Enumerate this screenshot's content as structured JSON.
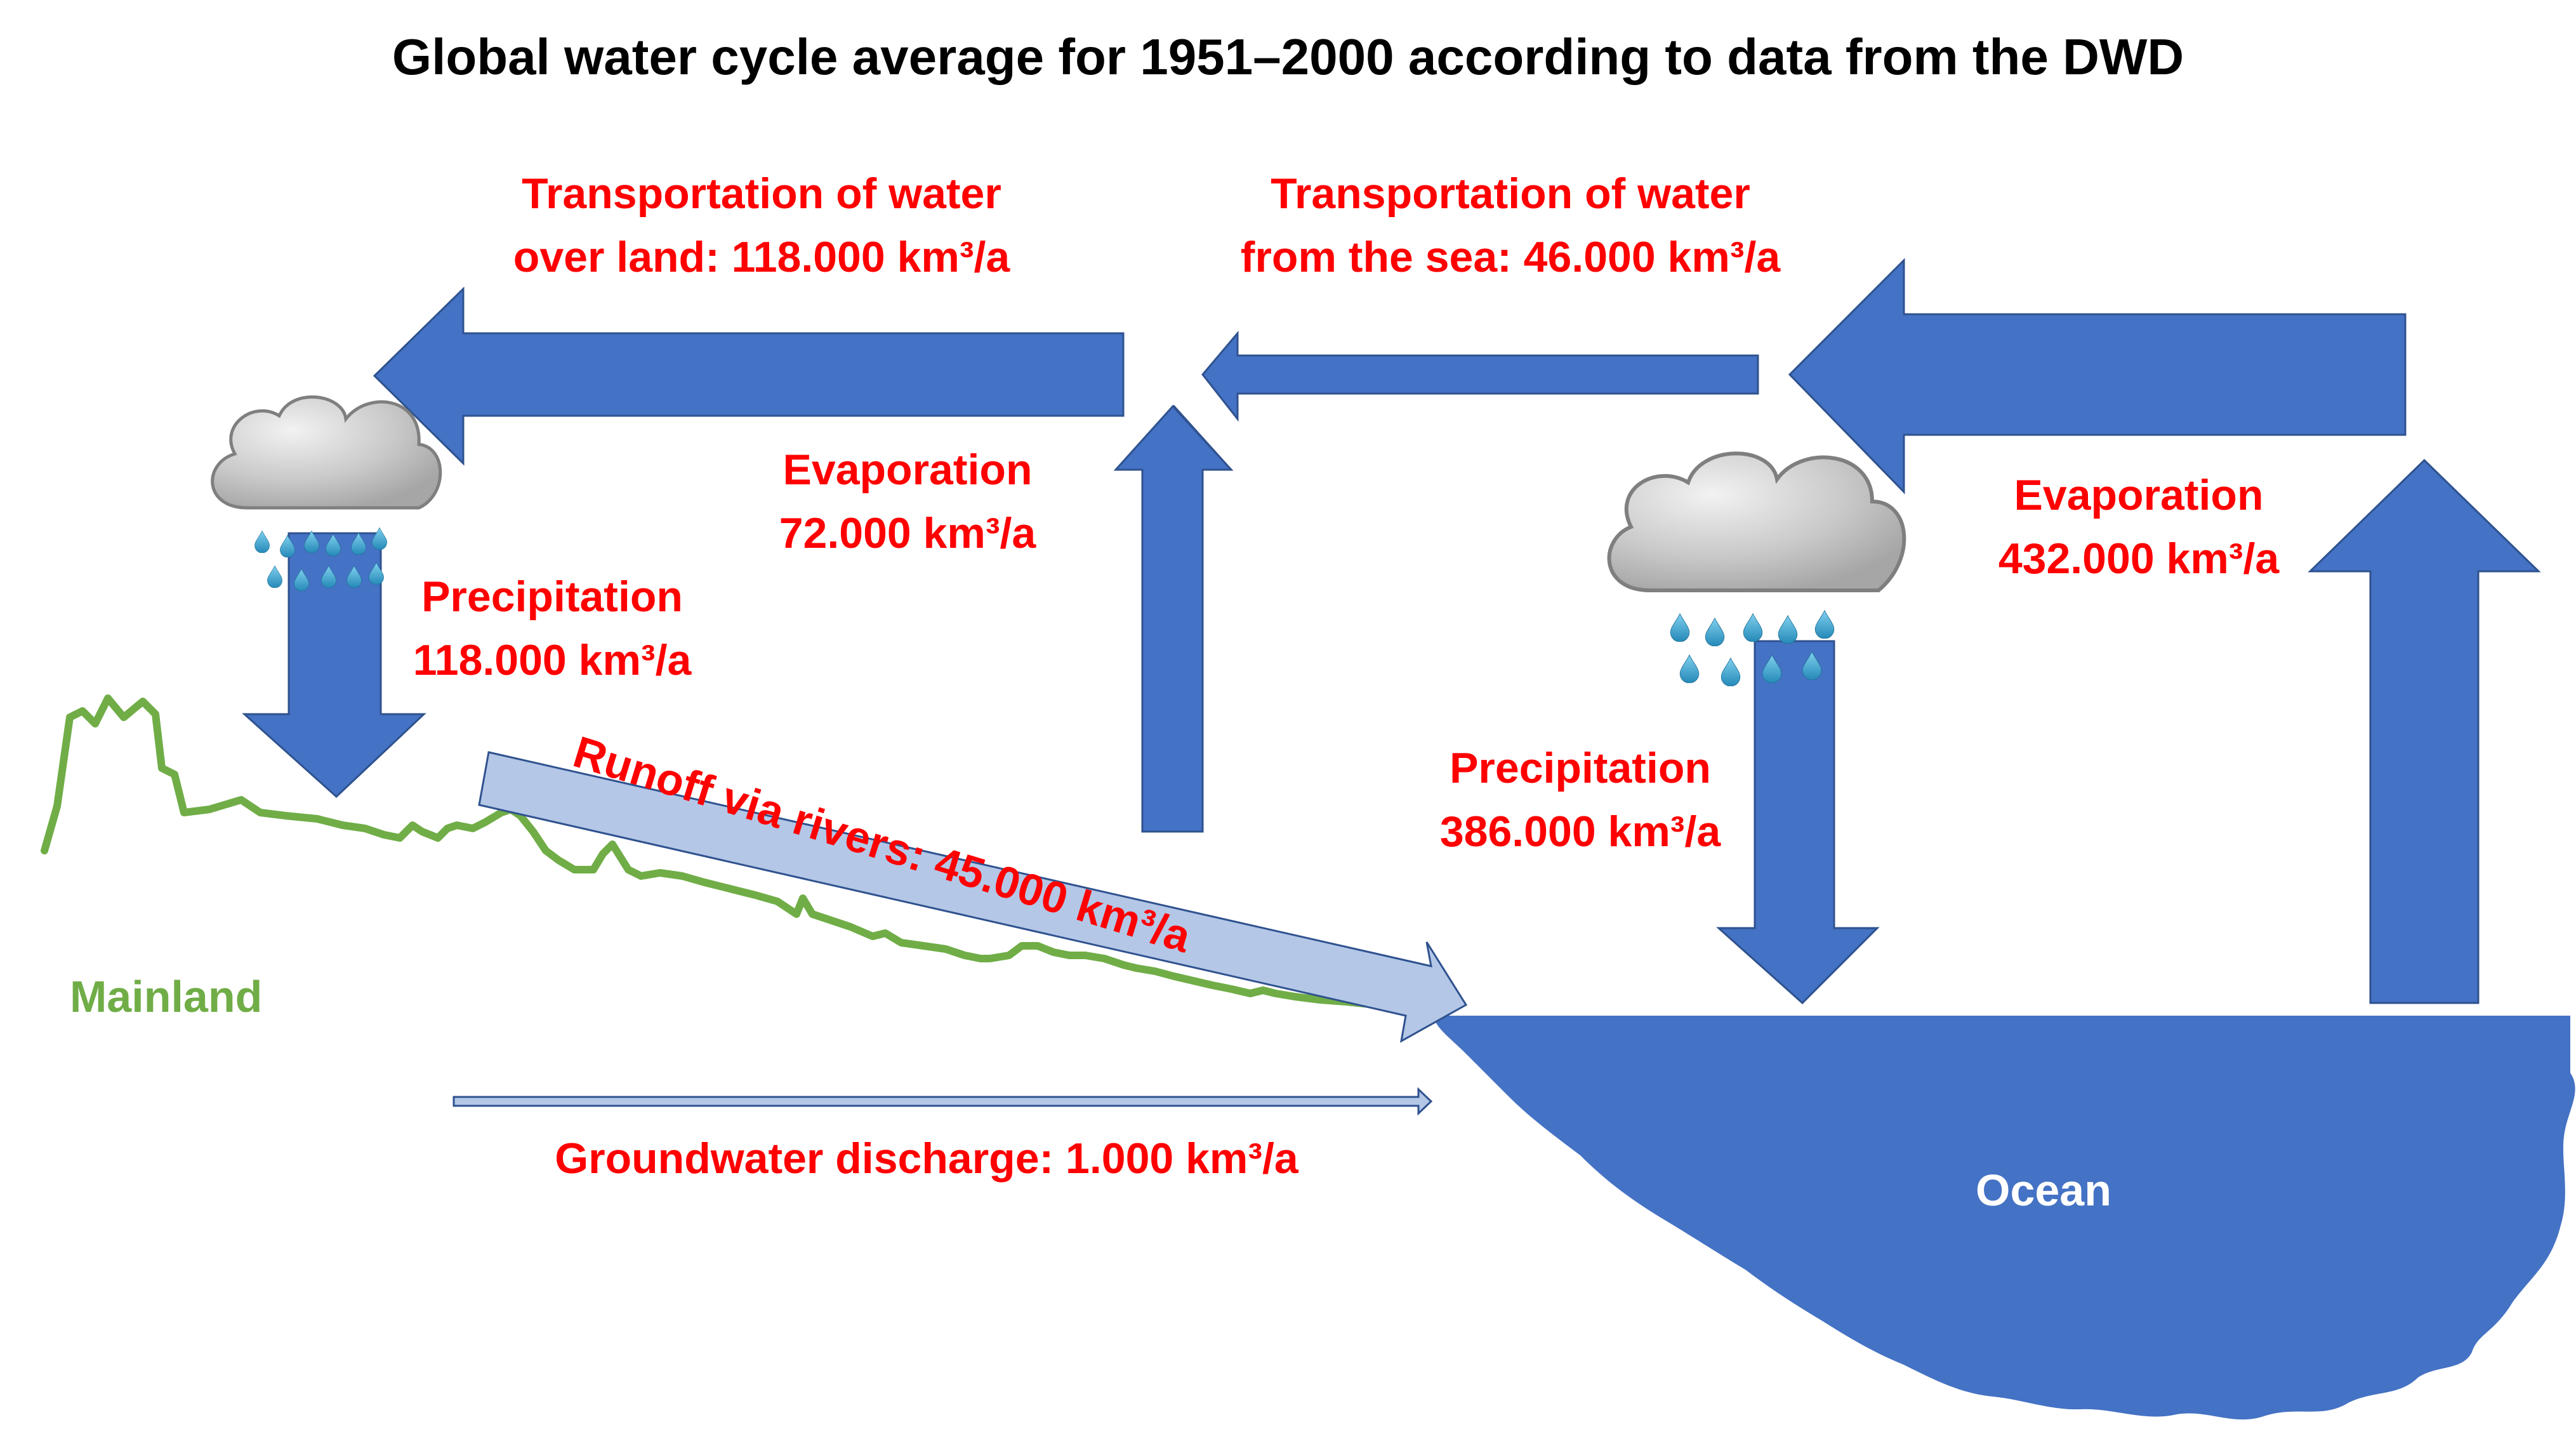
{
  "title": "Global water cycle average for 1951–2000 according to data from the DWD",
  "labels": {
    "transport_land_line1": "Transportation of water",
    "transport_land_line2": "over land: 118.000 km³/a",
    "transport_sea_line1": "Transportation of water",
    "transport_sea_line2": "from the sea: 46.000 km³/a",
    "evap_land_line1": "Evaporation",
    "evap_land_line2": "72.000 km³/a",
    "evap_ocean_line1": "Evaporation",
    "evap_ocean_line2": "432.000 km³/a",
    "precip_land_line1": "Precipitation",
    "precip_land_line2": "118.000 km³/a",
    "precip_ocean_line1": "Precipitation",
    "precip_ocean_line2": "386.000 km³/a",
    "runoff": "Runoff via rivers: 45.000 km³/a",
    "groundwater": "Groundwater discharge: 1.000 km³/a",
    "mainland": "Mainland",
    "ocean": "Ocean"
  },
  "colors": {
    "arrow_blue": "#4472c4",
    "arrow_light": "#b4c7e7",
    "land_green": "#70ad47",
    "label_red": "#ff0000",
    "cloud_gray": "#bfbfbf",
    "rain_drop": "#2e9fd0"
  },
  "icons": [
    "cloud-icon",
    "raindrop-icon"
  ]
}
